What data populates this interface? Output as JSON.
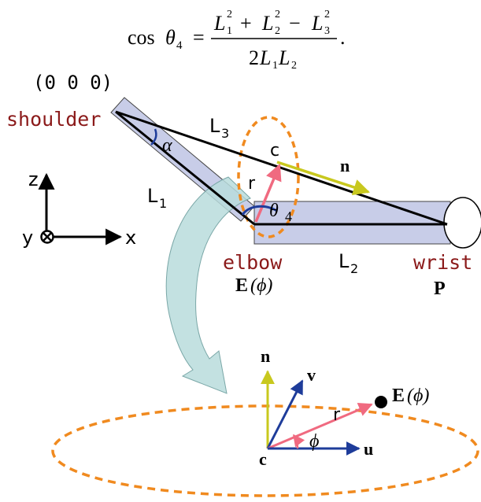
{
  "equation": {
    "lhs": "cos",
    "theta": "θ",
    "theta_sub": "4",
    "equals": "=",
    "num_L1": "L",
    "num_L1_sub": "1",
    "num_L1_sup": "2",
    "num_plus": "+",
    "num_L2": "L",
    "num_L2_sub": "2",
    "num_L2_sup": "2",
    "num_minus": "−",
    "num_L3": "L",
    "num_L3_sub": "3",
    "num_L3_sup": "2",
    "den_2": "2",
    "den_L1": "L",
    "den_L1_sub": "1",
    "den_L2": "L",
    "den_L2_sub": "2",
    "period": "."
  },
  "upper_diagram": {
    "origin_label": "(0 0 0)",
    "shoulder_label": "shoulder",
    "L3_label": "L",
    "L3_sub": "3",
    "alpha_label": "α",
    "L1_label": "L",
    "L1_sub": "1",
    "c_label": "c",
    "n_label": "n",
    "r_label": "r",
    "theta4_label": "θ",
    "theta4_sub": "4",
    "elbow_label": "elbow",
    "E_label": "E",
    "E_arg": "(ϕ)",
    "L2_label": "L",
    "L2_sub": "2",
    "wrist_label": "wrist",
    "P_label": "P"
  },
  "axes": {
    "z_label": "z",
    "y_label": "y",
    "x_label": "x"
  },
  "lower_diagram": {
    "n_label": "n",
    "v_label": "v",
    "E_label": "E",
    "E_arg": "(ϕ)",
    "r_label": "r",
    "phi_label": "ϕ",
    "c_label": "c",
    "u_label": "u"
  },
  "colors": {
    "dark_red": "#8b1a1a",
    "orange": "#f08a1f",
    "yellow_green": "#c8c81e",
    "pink": "#f06a80",
    "blue": "#1e3c9a",
    "arm_fill": "#c8cde8",
    "curved_arrow": "#b9dcdc"
  }
}
